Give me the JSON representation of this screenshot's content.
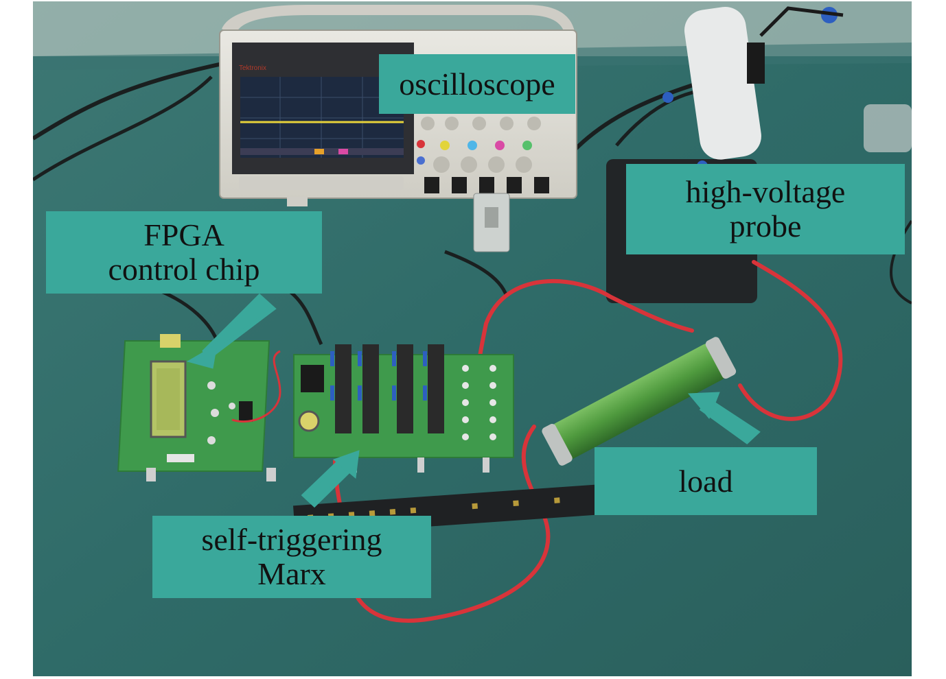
{
  "figure": {
    "description_free": true,
    "labels": {
      "oscilloscope": "oscilloscope",
      "probe": "high-voltage\nprobe",
      "fpga": "FPGA\ncontrol chip",
      "load": "load",
      "marx": "self-triggering\nMarx"
    },
    "oscilloscope_brand": "Tektronix",
    "colors": {
      "callout_bg": "#3aa89b",
      "table": "#2f6a68",
      "pcb": "#3f9a4c",
      "cable_red": "#d8343a",
      "resistor": "#4f9a3e"
    }
  }
}
